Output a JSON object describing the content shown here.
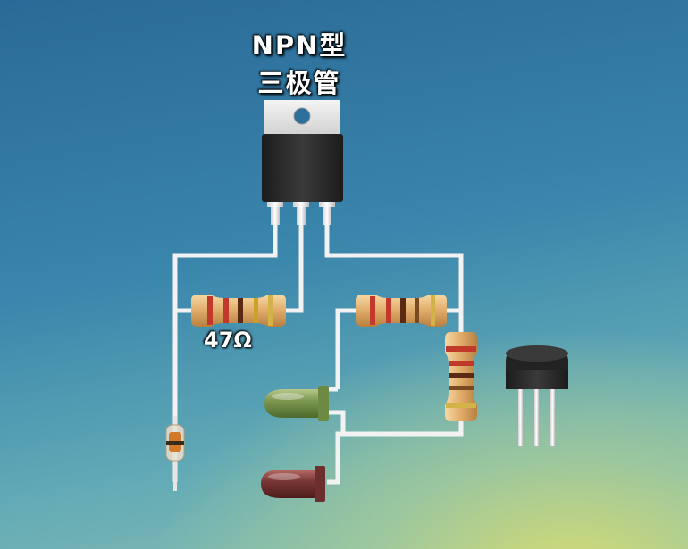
{
  "title": {
    "line1": "NPN型",
    "line2": "三极管"
  },
  "labels": {
    "r1_value": "47Ω"
  },
  "components": {
    "transistor": "npn-transistor-to220",
    "resistor_left": "resistor",
    "resistor_top_right": "resistor",
    "resistor_right_vertical": "resistor",
    "diode": "diode-glass",
    "led_green": "led",
    "led_red": "led",
    "sensor": "to92-component"
  },
  "colors": {
    "background_top": "#2a6a97",
    "background_bottom_glow": "#d6dc70",
    "wire": "#f2f2f2",
    "transistor_body": "#2b2b2b",
    "resistor_body": "#e3b06e",
    "led_green": "#7c9850",
    "led_red": "#7a3836"
  }
}
